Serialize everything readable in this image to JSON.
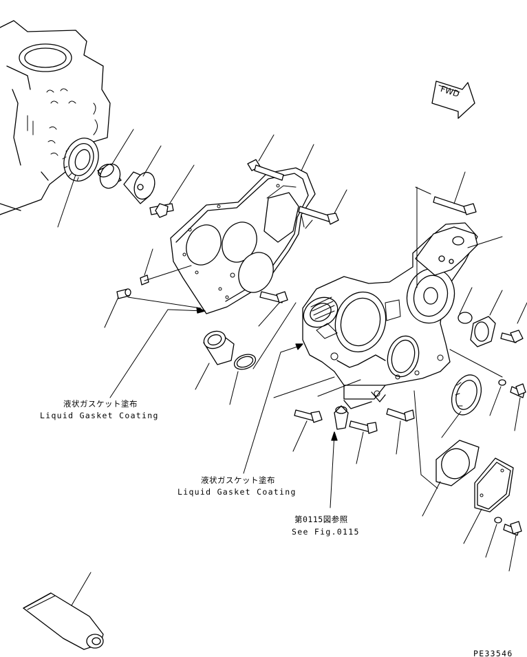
{
  "annotations": {
    "gasket_upper_jp": "液状ガスケット塗布",
    "gasket_upper_en": "Liquid Gasket Coating",
    "gasket_lower_jp": "液状ガスケット塗布",
    "gasket_lower_en": "Liquid Gasket Coating",
    "see_fig_jp": "第0115図参照",
    "see_fig_en": "See Fig.0115",
    "fwd": "FWD",
    "drawing_id": "PE33546"
  }
}
